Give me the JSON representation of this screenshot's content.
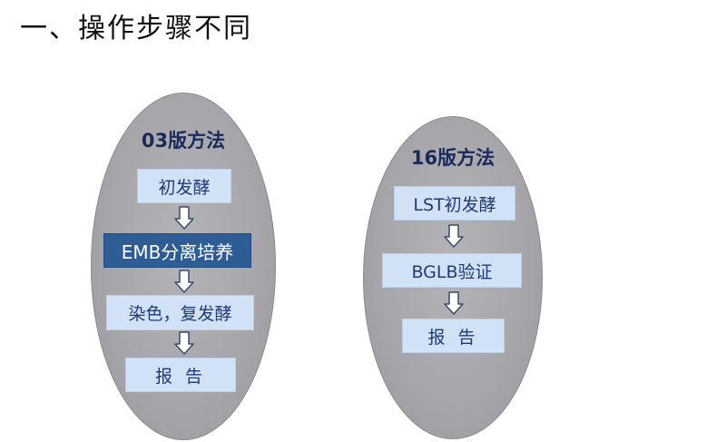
{
  "slide": {
    "title": "一、操作步骤不同"
  },
  "methods": [
    {
      "title": "03版方法",
      "steps": [
        "初发酵",
        "EMB分离培养",
        "染色，复发酵",
        "报  告"
      ],
      "highlight_index": 1
    },
    {
      "title": "16版方法",
      "steps": [
        "LST初发酵",
        "BGLB验证",
        "报  告"
      ],
      "highlight_index": -1
    }
  ],
  "colors": {
    "oval_fill": "#a9a9ad",
    "step_fill": "#d2e2f6",
    "step_text": "#1f3a78",
    "highlight_fill": "#2e5d96",
    "highlight_text": "#ffffff",
    "title_text": "#1a2a5a",
    "arrow_stroke": "#3a4a6a"
  },
  "icons": {
    "flow_arrow": "down-arrow-icon"
  }
}
